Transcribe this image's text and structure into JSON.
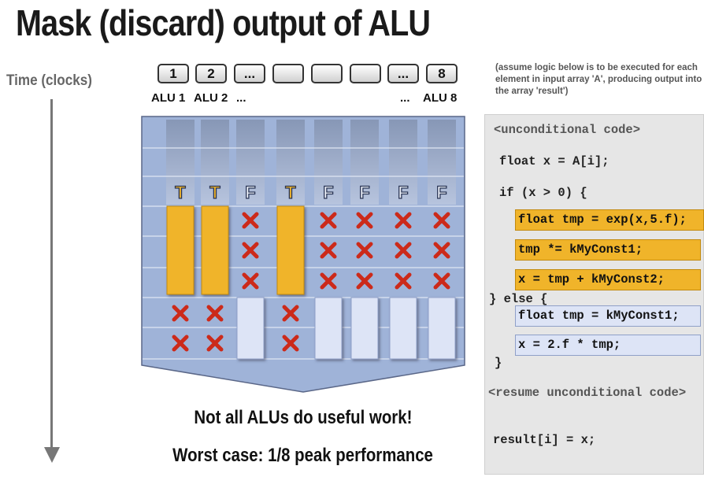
{
  "title": "Mask (discard) output of ALU",
  "time_label": "Time (clocks)",
  "alu_boxes": [
    "1",
    "2",
    "...",
    "",
    "",
    "",
    "...",
    "8"
  ],
  "alu_labels": {
    "alu1": "ALU 1",
    "alu2": "ALU 2",
    "dots_left": "...",
    "dots_right": "...",
    "alu8": "ALU 8"
  },
  "lanes": [
    {
      "mask": "T",
      "work": "true"
    },
    {
      "mask": "T",
      "work": "true"
    },
    {
      "mask": "F",
      "work": "false"
    },
    {
      "mask": "T",
      "work": "true"
    },
    {
      "mask": "F",
      "work": "false"
    },
    {
      "mask": "F",
      "work": "false"
    },
    {
      "mask": "F",
      "work": "false"
    },
    {
      "mask": "F",
      "work": "false"
    }
  ],
  "colors": {
    "true_block": "#f0b42a",
    "false_block": "#dde4f6",
    "grid_bg": "#9fb3d8",
    "mask_text": "#f0b42a",
    "cross": "#cc2a1a"
  },
  "caption_line1": "Not all ALUs do useful work!",
  "caption_line2": "Worst case: 1/8 peak performance",
  "note": "(assume logic below is to be executed for each element in input array 'A', producing output into the array 'result')",
  "code": {
    "unconditional": "<unconditional code>",
    "line_float_x": "float x = A[i];",
    "line_if": "if (x > 0) {",
    "true_lines": [
      "float tmp = exp(x,5.f);",
      "tmp *= kMyConst1;",
      "x = tmp + kMyConst2;"
    ],
    "line_else": "} else {",
    "false_lines": [
      "float tmp = kMyConst1;",
      "x = 2.f * tmp;"
    ],
    "line_close": "}",
    "resume": "<resume unconditional code>",
    "line_result": "result[i] = x;"
  }
}
